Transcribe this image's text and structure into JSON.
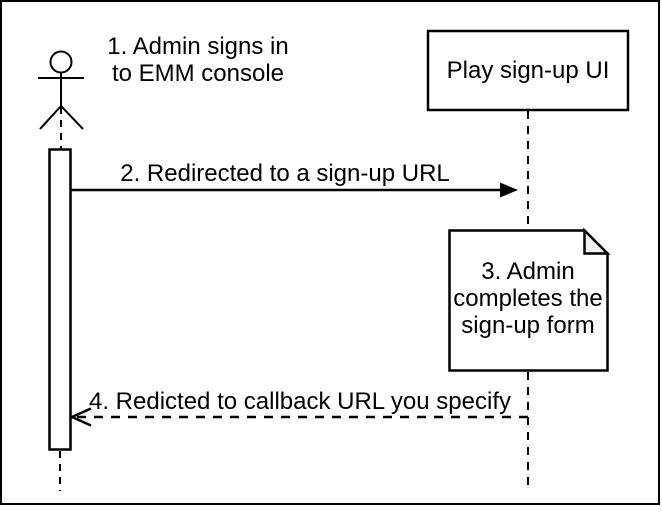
{
  "diagram": {
    "type": "uml-sequence-diagram",
    "background": "#ffffff",
    "colors": {
      "stroke": "#000000",
      "shape_fill": "#ffffff",
      "note_fold_fill": "#f2f2f2",
      "text": "#000000"
    },
    "actor": {
      "name": "Admin",
      "label": "1. Admin signs in\nto EMM console"
    },
    "participant": {
      "label": "Play sign-up UI"
    },
    "messages": [
      {
        "label": "2. Redirected to a sign-up URL",
        "from": "admin",
        "to": "play-sign-up-ui",
        "line_style": "solid",
        "arrowhead": "filled"
      },
      {
        "label": "4. Redicted to callback URL you specify",
        "from": "play-sign-up-ui",
        "to": "admin",
        "line_style": "dashed",
        "arrowhead": "open"
      }
    ],
    "note": {
      "label": "3. Admin\ncompletes the\nsign-up form"
    }
  }
}
